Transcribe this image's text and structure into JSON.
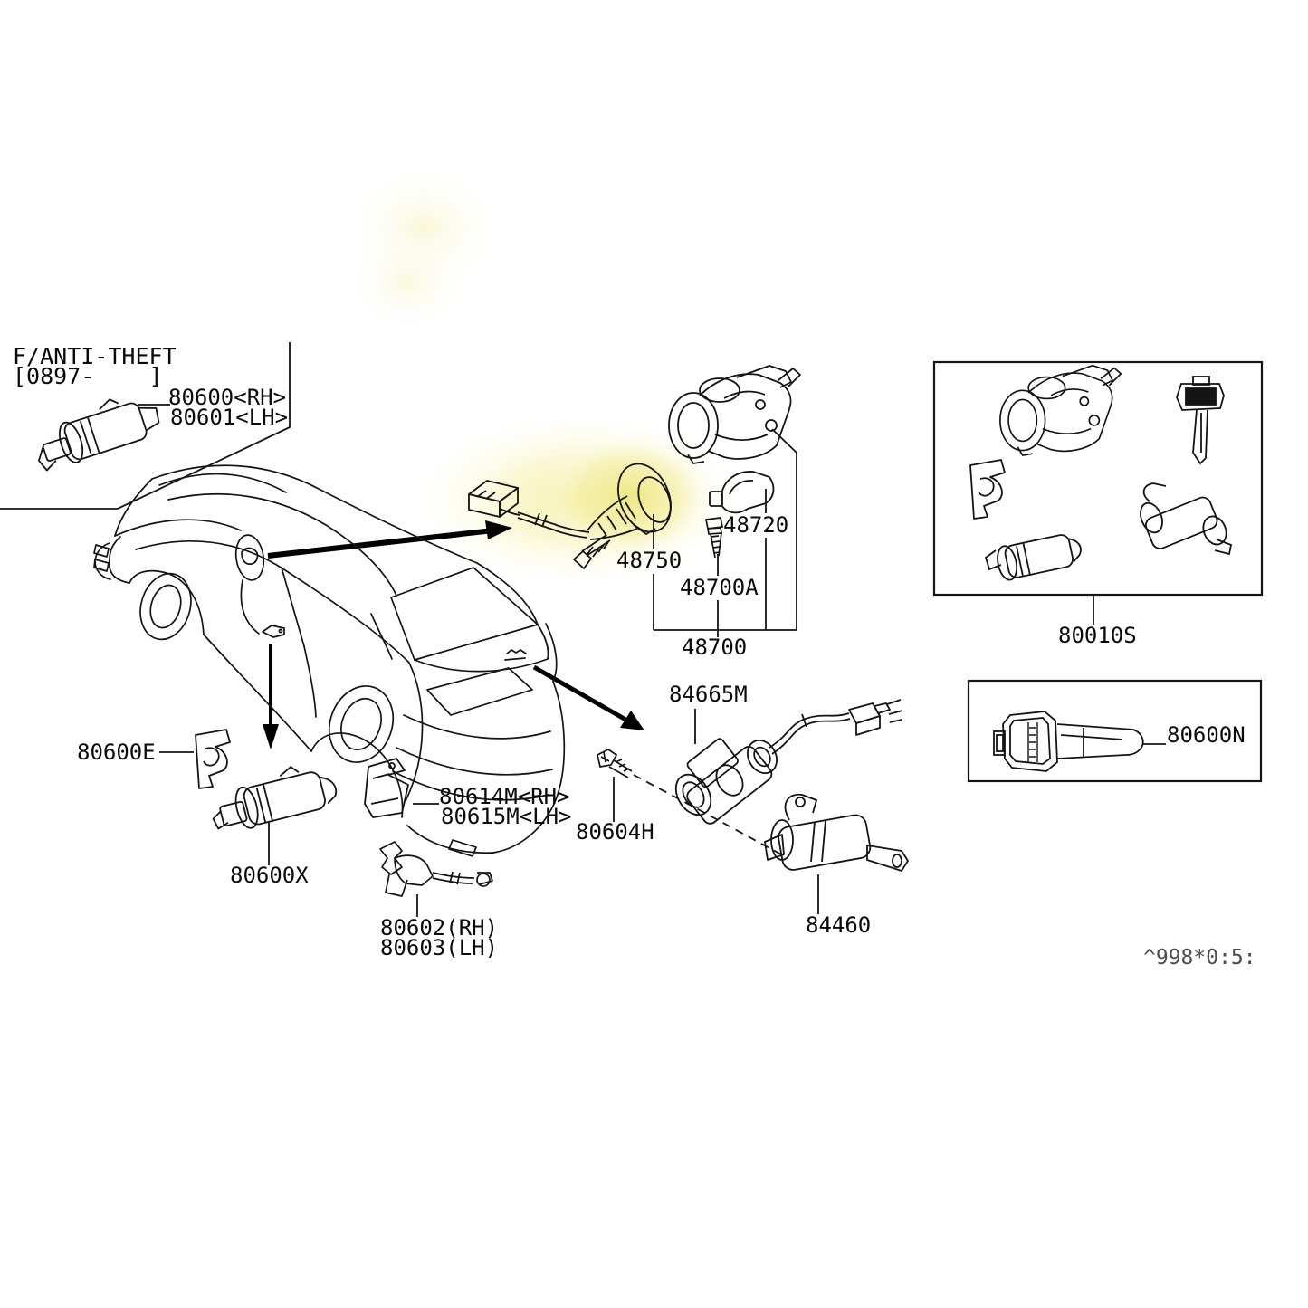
{
  "page": {
    "background": "#ffffff",
    "line_color": "#141414",
    "highlight_color": "#f2eca0",
    "description": "Nissan key lock set parts diagram"
  },
  "inset_antitheft": {
    "title_line1": "F/ANTI-THEFT",
    "title_line2": "[0897-    ]",
    "part_rh": "80600<RH>",
    "part_lh": "80601<LH>"
  },
  "parts": {
    "p48750": "48750",
    "p48720": "48720",
    "p48700a": "48700A",
    "p48700": "48700",
    "p80010s": "80010S",
    "p80600n": "80600N",
    "p80600e": "80600E",
    "p80600x": "80600X",
    "p80614m": "80614M<RH>",
    "p80615m": "80615M<LH>",
    "p80602": "80602(RH)",
    "p80603": "80603(LH)",
    "p80604h": "80604H",
    "p84665m": "84665M",
    "p84460": "84460"
  },
  "watermark": "^998*0:5:"
}
